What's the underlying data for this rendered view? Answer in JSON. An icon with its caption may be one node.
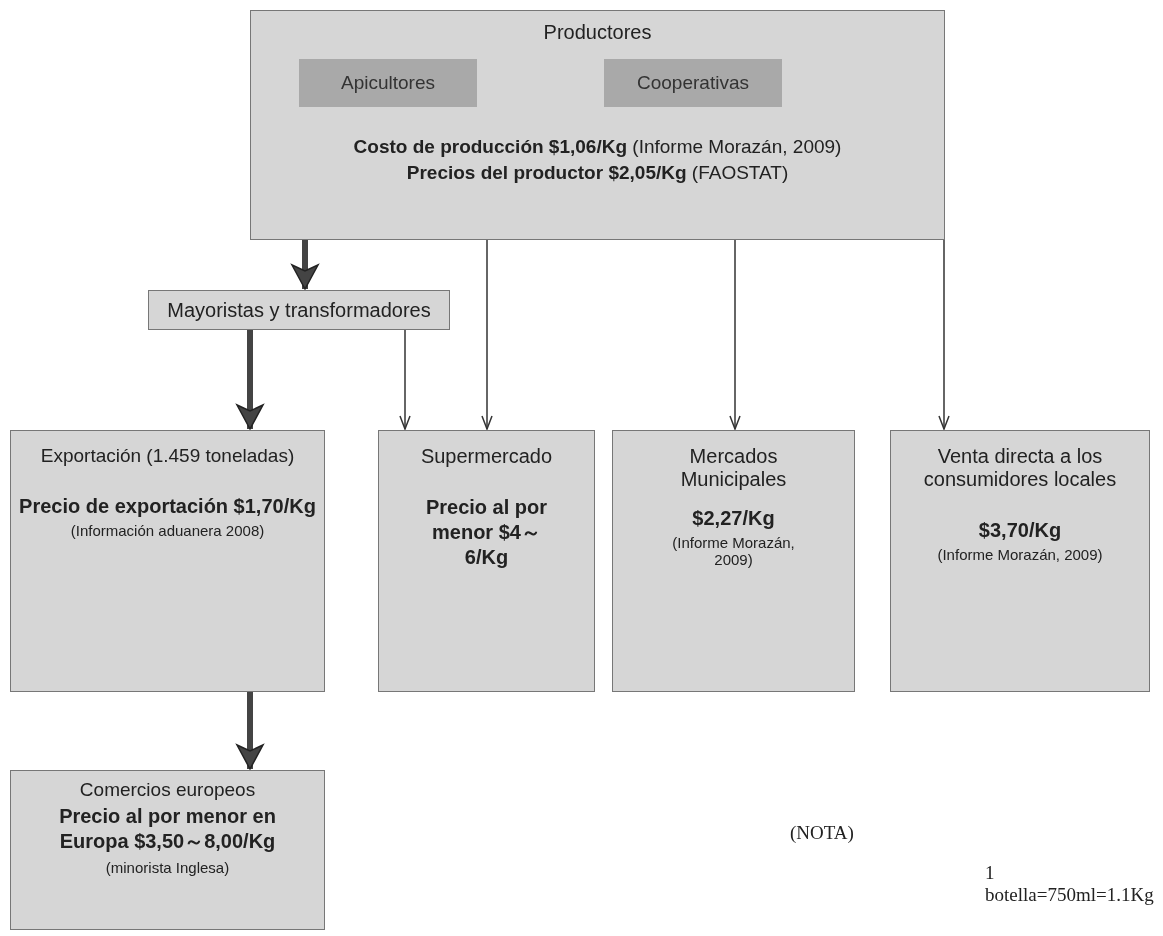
{
  "diagram": {
    "nodes": [
      {
        "text": [
          "Productores",
          "**Costo de producción $1,06/Kg** (Informe Morazán, 2009)",
          "**Precios del productor $2,05/Kg** (FAOSTAT)"
        ]
      },
      {
        "text": [
          "Apicultores"
        ],
        "in": 0
      },
      {
        "text": [
          "Cooperativas"
        ],
        "in": 0
      },
      {
        "text": [
          "Mayoristas y transformadores"
        ]
      },
      {
        "text": [
          "Exportación (1.459 toneladas)",
          "Precio de exportación $1,70/Kg",
          "(Información aduanera 2008)"
        ]
      },
      {
        "text": [
          "Supermercado",
          "Precio al por menor $4～6/Kg"
        ]
      },
      {
        "text": [
          "Mercados Municipales",
          "$2,27/Kg",
          "(Informe Morazán, 2009)"
        ]
      },
      {
        "text": [
          "Venta directa a los consumidores locales",
          "$3,70/Kg",
          "(Informe Morazán, 2009)"
        ]
      },
      {
        "text": [
          "Comercios europeos",
          "Precio al por menor en Europa $3,50～8,00/Kg",
          "(minorista Inglesa)"
        ]
      }
    ],
    "edges": [
      {
        "from": 0,
        "to": 3,
        "arrow": "to",
        "style": "thick"
      },
      {
        "from": 0,
        "to": 5,
        "arrow": "to"
      },
      {
        "from": 0,
        "to": 6,
        "arrow": "to"
      },
      {
        "from": 0,
        "to": 7,
        "arrow": "to"
      },
      {
        "from": 3,
        "to": 4,
        "arrow": "to",
        "style": "thick"
      },
      {
        "from": 3,
        "to": 5,
        "arrow": "to"
      },
      {
        "from": 4,
        "to": 8,
        "arrow": "to",
        "style": "thick"
      }
    ],
    "labels": [
      "(NOTA)",
      "1 botella=750ml=1.1Kg"
    ]
  }
}
